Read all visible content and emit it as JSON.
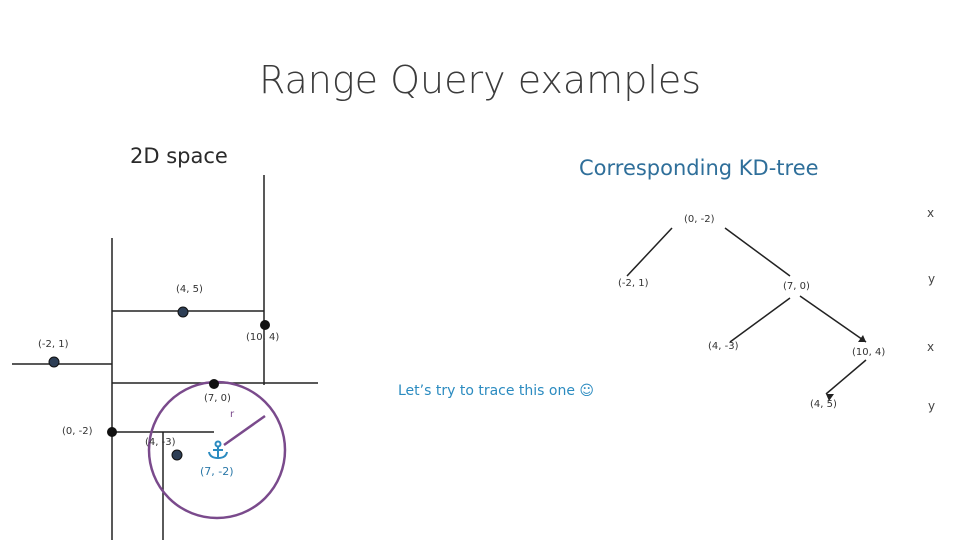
{
  "slide": {
    "title": "Range Query examples",
    "left_heading": "2D space",
    "right_heading": "Corresponding KD-tree",
    "note": "Let’s try to trace this one ☺"
  },
  "space": {
    "points": [
      {
        "label": "(4, 5)"
      },
      {
        "label": "(10, 4)"
      },
      {
        "label": "(-2, 1)"
      },
      {
        "label": "(7, 0)"
      },
      {
        "label": "(0, -2)"
      },
      {
        "label": "(4, -3)"
      }
    ],
    "query": {
      "label": "(7, -2)",
      "radius_label": "r",
      "icon": "anchor-icon"
    }
  },
  "tree": {
    "nodes": [
      {
        "label": "(0, -2)"
      },
      {
        "label": "(-2, 1)"
      },
      {
        "label": "(7, 0)"
      },
      {
        "label": "(4, -3)"
      },
      {
        "label": "(10, 4)"
      },
      {
        "label": "(4, 5)"
      }
    ],
    "levels": [
      "x",
      "y",
      "x",
      "y"
    ]
  },
  "colors": {
    "query": "#7a4a8c",
    "blue": "#2b78a8"
  }
}
